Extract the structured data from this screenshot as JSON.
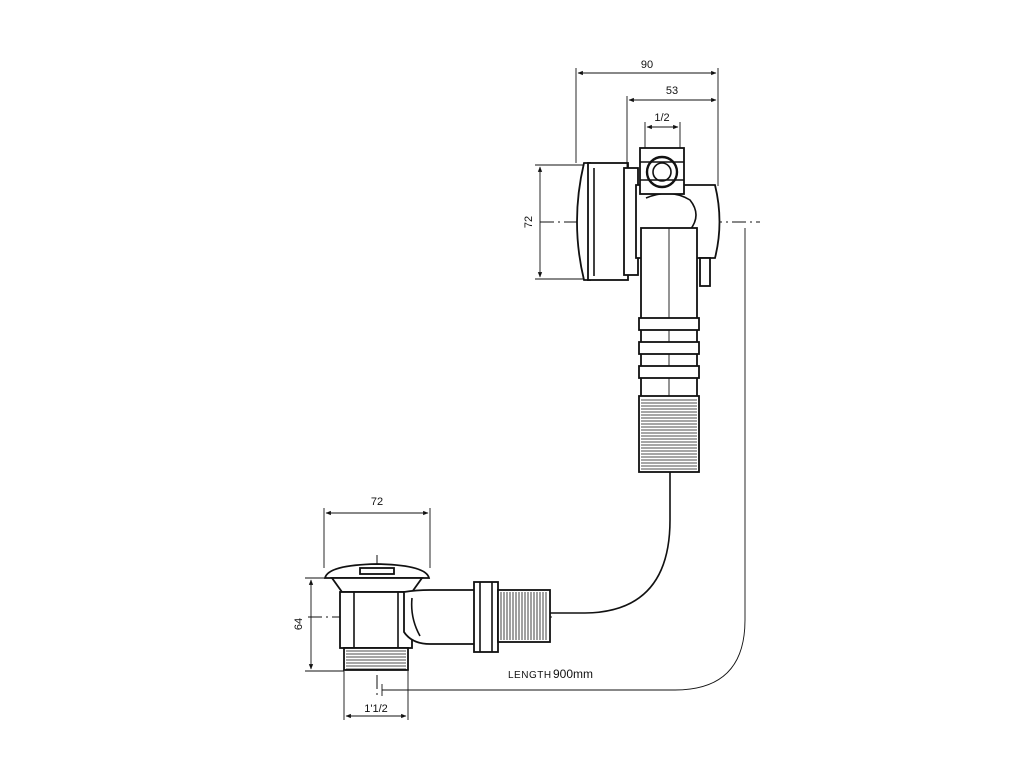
{
  "dimensions": {
    "overflow_width_total": "90",
    "overflow_width_partial": "53",
    "overflow_inlet_thread": "1/2",
    "overflow_height": "72",
    "waste_cap_diameter": "72",
    "waste_height": "64",
    "waste_thread": "1'1/2"
  },
  "length": {
    "label": "LENGTH",
    "value": "900mm"
  }
}
